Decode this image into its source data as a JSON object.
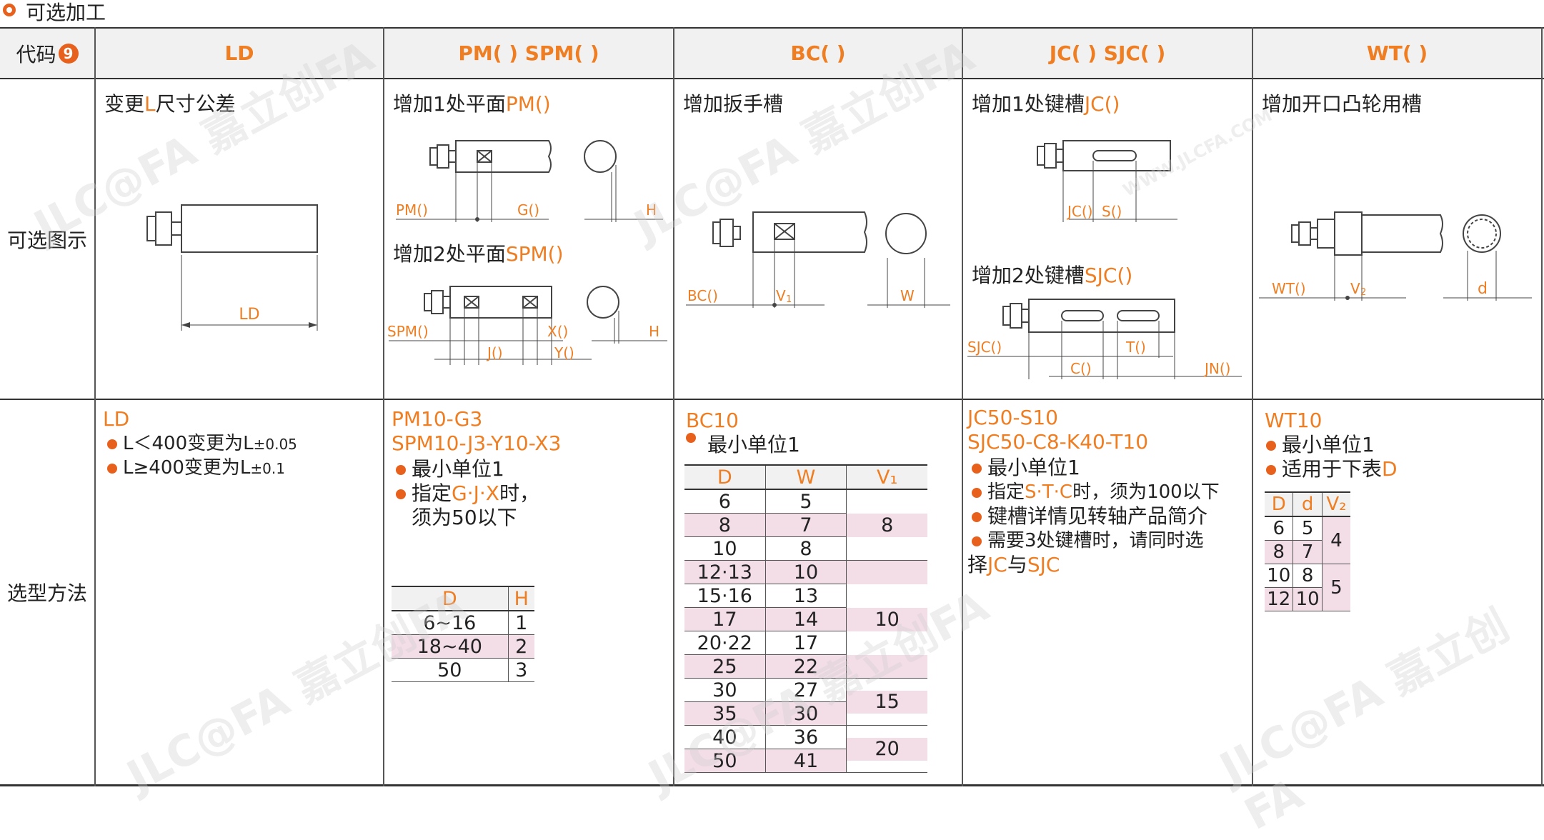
{
  "section_title": "可选加工",
  "watermark": {
    "brand": "JLC@FA 嘉立创FA",
    "url": "WWW.JLCFA.COM"
  },
  "header": {
    "code_label": "代码",
    "code_badge": "9",
    "columns": [
      "LD",
      "PM( ) SPM( )",
      "BC( )",
      "JC( ) SJC( )",
      "WT( )"
    ]
  },
  "row_labels": {
    "diagram": "可选图示",
    "method": "选型方法"
  },
  "ld": {
    "diagram_title_pre": "变更",
    "diagram_title_hl": "L",
    "diagram_title_post": "尺寸公差",
    "dim_label": "LD",
    "code": "LD",
    "rule1_main": "L＜400变更为L",
    "rule1_sub": "±0.05",
    "rule2_main": "L≥400变更为L",
    "rule2_sub": "±0.1"
  },
  "pm": {
    "title1_pre": "增加1处平面",
    "title1_hl": "PM()",
    "labels1": [
      "PM()",
      "G()",
      "H"
    ],
    "title2_pre": "增加2处平面",
    "title2_hl": "SPM()",
    "labels2": [
      "SPM()",
      "X()",
      "H",
      "J()",
      "Y()"
    ],
    "code1": "PM10-G3",
    "code2": "SPM10-J3-Y10-X3",
    "rule1": "最小单位1",
    "rule2_pre": "指定",
    "rule2_hl": "G·J·X",
    "rule2_post": "时，",
    "rule2_line2": "须为50以下",
    "table": {
      "headers": [
        "D",
        "H"
      ],
      "rows": [
        [
          "6~16",
          "1"
        ],
        [
          "18~40",
          "2"
        ],
        [
          "50",
          "3"
        ]
      ]
    }
  },
  "bc": {
    "title": "增加扳手槽",
    "labels": [
      "BC()",
      "V",
      "1",
      "W"
    ],
    "code": "BC10",
    "rule1": "最小单位1",
    "table": {
      "headers": [
        "D",
        "W",
        "V₁"
      ],
      "rows": [
        [
          "6",
          "5"
        ],
        [
          "8",
          "7"
        ],
        [
          "10",
          "8"
        ],
        [
          "12·13",
          "10"
        ],
        [
          "15·16",
          "13"
        ],
        [
          "17",
          "14"
        ],
        [
          "20·22",
          "17"
        ],
        [
          "25",
          "22"
        ],
        [
          "30",
          "27"
        ],
        [
          "35",
          "30"
        ],
        [
          "40",
          "36"
        ],
        [
          "50",
          "41"
        ]
      ],
      "v1_groups": [
        "8",
        "10",
        "15",
        "20"
      ]
    }
  },
  "jc": {
    "title1_pre": "增加1处键槽",
    "title1_hl": "JC()",
    "labels1": [
      "JC()",
      "S()"
    ],
    "title2_pre": "增加2处键槽",
    "title2_hl": "SJC()",
    "labels2": [
      "SJC()",
      "T()",
      "C()",
      "JN()"
    ],
    "code1": "JC50-S10",
    "code2": "SJC50-C8-K40-T10",
    "rule1": "最小单位1",
    "rule2_pre": "指定",
    "rule2_hl": "S·T·C",
    "rule2_post": "时，须为100以下",
    "rule3": "键槽详情见转轴产品简介",
    "rule4": "需要3处键槽时，请同时选",
    "rule4_line2_pre": "择",
    "rule4_hl1": "JC",
    "rule4_mid": "与",
    "rule4_hl2": "SJC"
  },
  "wt": {
    "title": "增加开口凸轮用槽",
    "labels": [
      "WT()",
      "V",
      "2",
      "d"
    ],
    "code": "WT10",
    "rule1": "最小单位1",
    "rule2_pre": "适用于下表",
    "rule2_hl": "D",
    "table": {
      "headers": [
        "D",
        "d",
        "V₂"
      ],
      "rows": [
        [
          "6",
          "5"
        ],
        [
          "8",
          "7"
        ],
        [
          "10",
          "8"
        ],
        [
          "12",
          "10"
        ]
      ],
      "v2_groups": [
        "4",
        "5"
      ]
    }
  }
}
